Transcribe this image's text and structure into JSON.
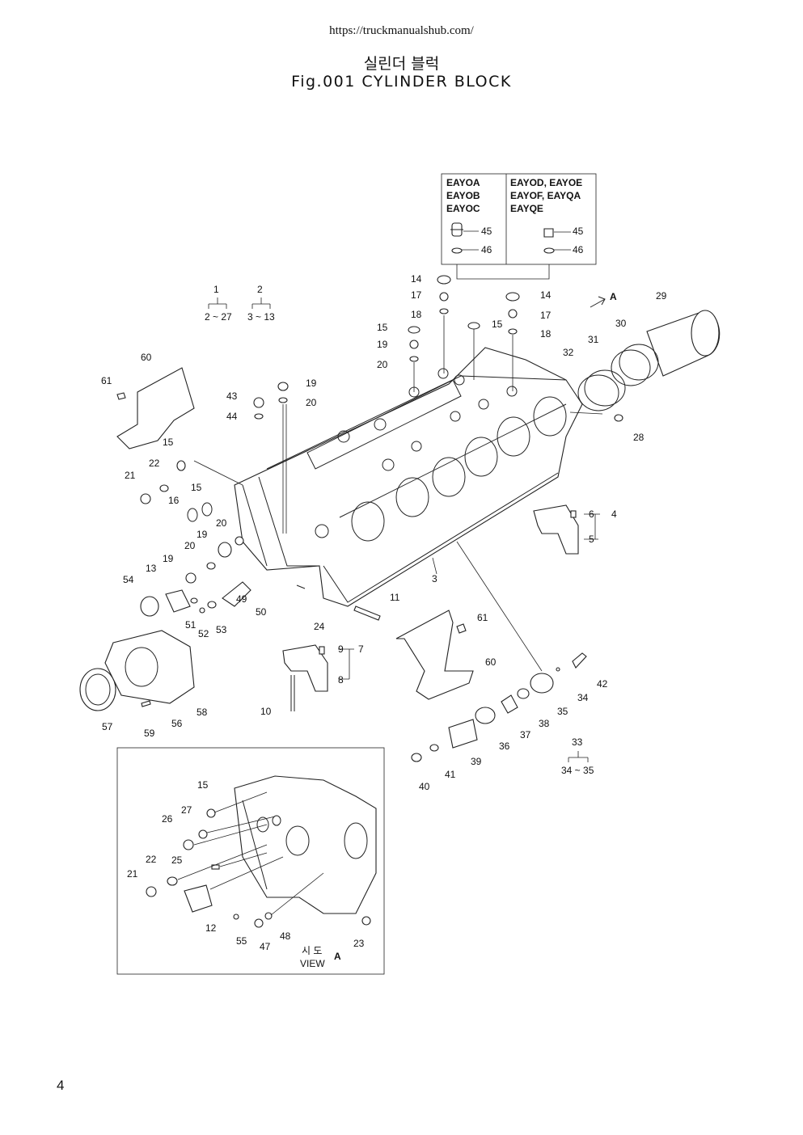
{
  "header": {
    "url": "https://truckmanualshub.com/",
    "title_ko": "실린더 블럭",
    "title_en": "Fig.001 CYLINDER BLOCK"
  },
  "model_table": {
    "col1": [
      "EAYOA",
      "EAYOB",
      "EAYOC"
    ],
    "col2": [
      "EAYOD, EAYOE",
      "EAYOF, EAYQA",
      "EAYQE"
    ]
  },
  "ranges": {
    "r1": "2 ~ 27",
    "r2": "3 ~ 13",
    "r33": "34 ~ 35"
  },
  "view_label": {
    "ko": "시 도",
    "en": "VIEW",
    "letter": "A",
    "arrow_letter": "A"
  },
  "labels": {
    "l1": "1",
    "l2": "2",
    "l3": "3",
    "l4": "4",
    "l5": "5",
    "l6": "6",
    "l7": "7",
    "l8": "8",
    "l9": "9",
    "l10": "10",
    "l11": "11",
    "l12": "12",
    "l13": "13",
    "l14": "14",
    "l15": "15",
    "l16": "16",
    "l17": "17",
    "l18": "18",
    "l19": "19",
    "l20": "20",
    "l21": "21",
    "l22": "22",
    "l23": "23",
    "l24": "24",
    "l25": "25",
    "l26": "26",
    "l27": "27",
    "l28": "28",
    "l29": "29",
    "l30": "30",
    "l31": "31",
    "l32": "32",
    "l33": "33",
    "l34": "34",
    "l35": "35",
    "l36": "36",
    "l37": "37",
    "l38": "38",
    "l39": "39",
    "l40": "40",
    "l41": "41",
    "l42": "42",
    "l43": "43",
    "l44": "44",
    "l45": "45",
    "l46": "46",
    "l47": "47",
    "l48": "48",
    "l49": "49",
    "l50": "50",
    "l51": "51",
    "l52": "52",
    "l53": "53",
    "l54": "54",
    "l55": "55",
    "l56": "56",
    "l57": "57",
    "l58": "58",
    "l59": "59",
    "l60": "60",
    "l61": "61"
  },
  "page_number": "4"
}
